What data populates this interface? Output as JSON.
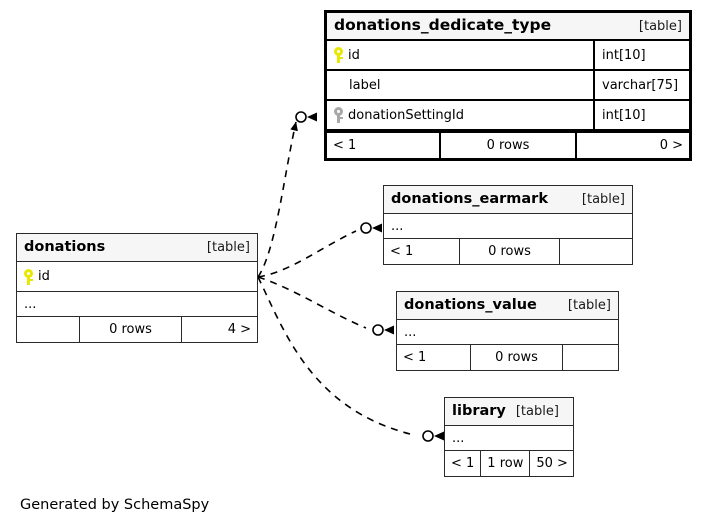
{
  "diagram": {
    "generator_note": "Generated by SchemaSpy",
    "kind_label": "[table]",
    "ellipsis": "...",
    "colors": {
      "primary_key_icon": "#e8e800",
      "foreign_key_icon": "#a8a8a8",
      "node_border": "#2a2a2a",
      "focal_node_border": "#000000",
      "header_background": "#f6f6f6",
      "canvas_background": "#ffffff",
      "edge": "#000000"
    }
  },
  "tables": {
    "donations_dedicate_type": {
      "name": "donations_dedicate_type",
      "kind": "[table]",
      "focal": true,
      "columns": [
        {
          "key": "primary",
          "name": "id",
          "type": "int[10]"
        },
        {
          "key": "none",
          "name": "label",
          "type": "varchar[75]"
        },
        {
          "key": "foreign",
          "name": "donationSettingId",
          "type": "int[10]"
        }
      ],
      "footer": {
        "parents": "< 1",
        "rows": "0 rows",
        "children": "0 >"
      }
    },
    "donations": {
      "name": "donations",
      "kind": "[table]",
      "focal": false,
      "columns": [
        {
          "key": "primary",
          "name": "id",
          "type": ""
        },
        {
          "key": "none",
          "name": "...",
          "type": ""
        }
      ],
      "footer": {
        "parents": "",
        "rows": "0 rows",
        "children": "4 >"
      }
    },
    "donations_earmark": {
      "name": "donations_earmark",
      "kind": "[table]",
      "focal": false,
      "columns": [
        {
          "key": "none",
          "name": "...",
          "type": ""
        }
      ],
      "footer": {
        "parents": "< 1",
        "rows": "0 rows",
        "children": ""
      }
    },
    "donations_value": {
      "name": "donations_value",
      "kind": "[table]",
      "focal": false,
      "columns": [
        {
          "key": "none",
          "name": "...",
          "type": ""
        }
      ],
      "footer": {
        "parents": "< 1",
        "rows": "0 rows",
        "children": ""
      }
    },
    "library": {
      "name": "library",
      "kind": "[table]",
      "focal": false,
      "columns": [
        {
          "key": "none",
          "name": "...",
          "type": ""
        }
      ],
      "footer": {
        "parents": "< 1",
        "rows": "1 row",
        "children": "50 >"
      }
    }
  },
  "relationships": [
    {
      "from": "donations",
      "to": "donations_dedicate_type",
      "style": "dashed"
    },
    {
      "from": "donations",
      "to": "donations_earmark",
      "style": "dashed"
    },
    {
      "from": "donations",
      "to": "donations_value",
      "style": "dashed"
    },
    {
      "from": "donations",
      "to": "library",
      "style": "dashed"
    }
  ]
}
